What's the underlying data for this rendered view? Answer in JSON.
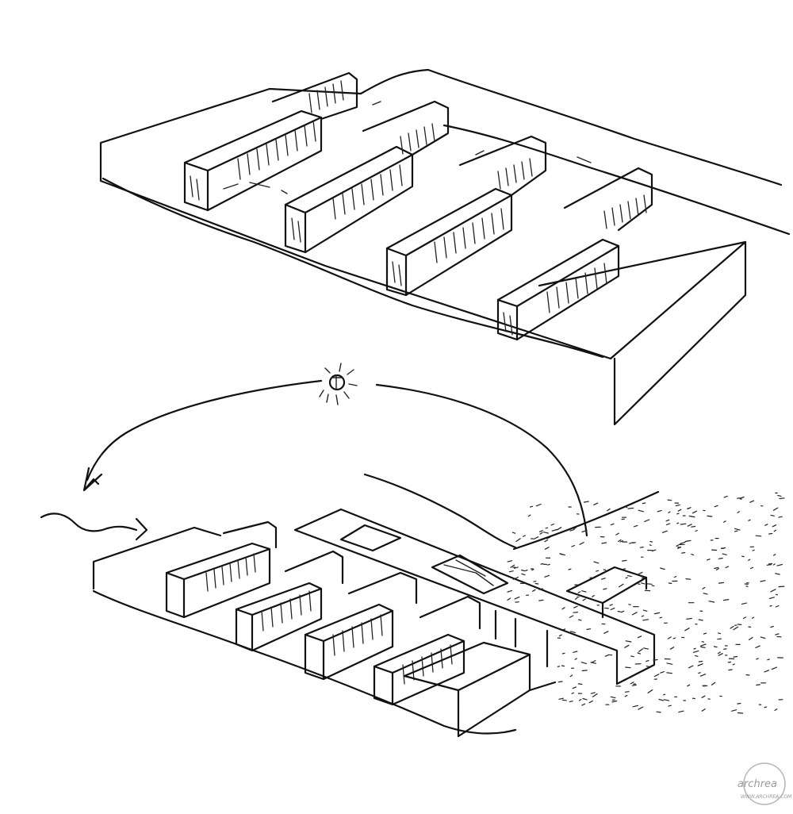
{
  "sketch": {
    "medium": "black ink on white paper",
    "ink_color": "#111111",
    "paper_color": "#ffffff"
  },
  "watermark": {
    "text": "archrea",
    "sub_text": "WWW.ARCHREA.COM",
    "color": "#9a9a9a"
  }
}
